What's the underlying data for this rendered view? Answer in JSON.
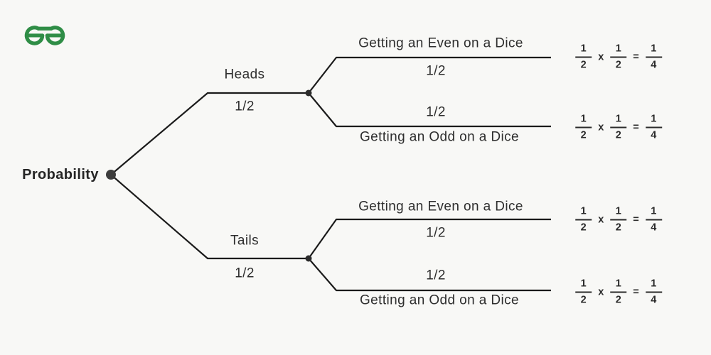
{
  "logo": {
    "name": "geeksforgeeks-logo",
    "color": "#2f8d46"
  },
  "colors": {
    "line": "#1b1b1b",
    "text": "#2e2e2e",
    "background": "#f8f8f6",
    "node_dot": "#3d3d3d"
  },
  "tree": {
    "root_label": "Probability",
    "branches": [
      {
        "label": "Heads",
        "probability": "1/2",
        "outcomes": [
          {
            "label": "Getting an Even on a Dice",
            "probability": "1/2",
            "calculation": {
              "f1n": "1",
              "f1d": "2",
              "op": "x",
              "f2n": "1",
              "f2d": "2",
              "eq": "=",
              "f3n": "1",
              "f3d": "4"
            }
          },
          {
            "label": "Getting an Odd on a Dice",
            "probability": "1/2",
            "calculation": {
              "f1n": "1",
              "f1d": "2",
              "op": "x",
              "f2n": "1",
              "f2d": "2",
              "eq": "=",
              "f3n": "1",
              "f3d": "4"
            }
          }
        ]
      },
      {
        "label": "Tails",
        "probability": "1/2",
        "outcomes": [
          {
            "label": "Getting an Even on a Dice",
            "probability": "1/2",
            "calculation": {
              "f1n": "1",
              "f1d": "2",
              "op": "x",
              "f2n": "1",
              "f2d": "2",
              "eq": "=",
              "f3n": "1",
              "f3d": "4"
            }
          },
          {
            "label": "Getting an Odd on a Dice",
            "probability": "1/2",
            "calculation": {
              "f1n": "1",
              "f1d": "2",
              "op": "x",
              "f2n": "1",
              "f2d": "2",
              "eq": "=",
              "f3n": "1",
              "f3d": "4"
            }
          }
        ]
      }
    ]
  }
}
